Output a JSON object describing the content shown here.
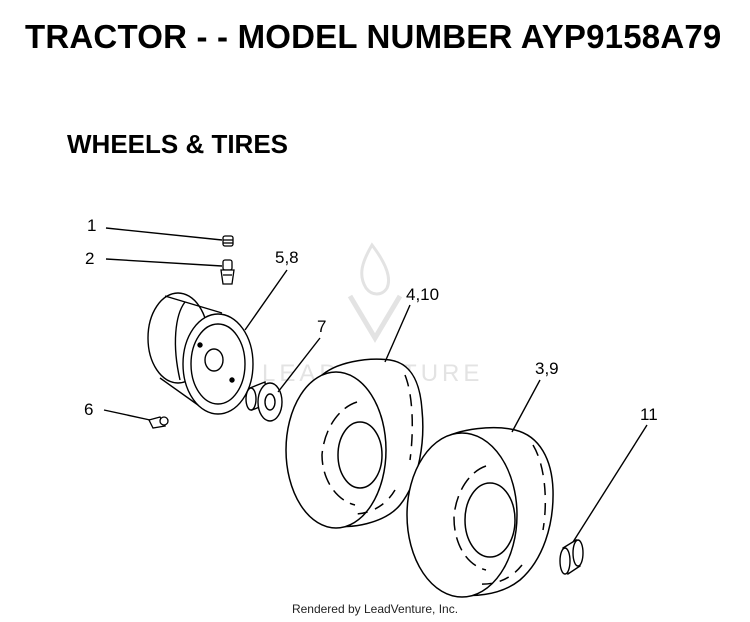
{
  "title": "TRACTOR - - MODEL NUMBER AYP9158A79",
  "subtitle": "WHEELS & TIRES",
  "watermark": "LEADVENTURE",
  "footer": "Rendered by LeadVenture, Inc.",
  "callouts": [
    {
      "id": "c1",
      "label": "1"
    },
    {
      "id": "c2",
      "label": "2"
    },
    {
      "id": "c58",
      "label": "5,8"
    },
    {
      "id": "c7",
      "label": "7"
    },
    {
      "id": "c410",
      "label": "4,10"
    },
    {
      "id": "c39",
      "label": "3,9"
    },
    {
      "id": "c6",
      "label": "6"
    },
    {
      "id": "c11",
      "label": "11"
    }
  ]
}
